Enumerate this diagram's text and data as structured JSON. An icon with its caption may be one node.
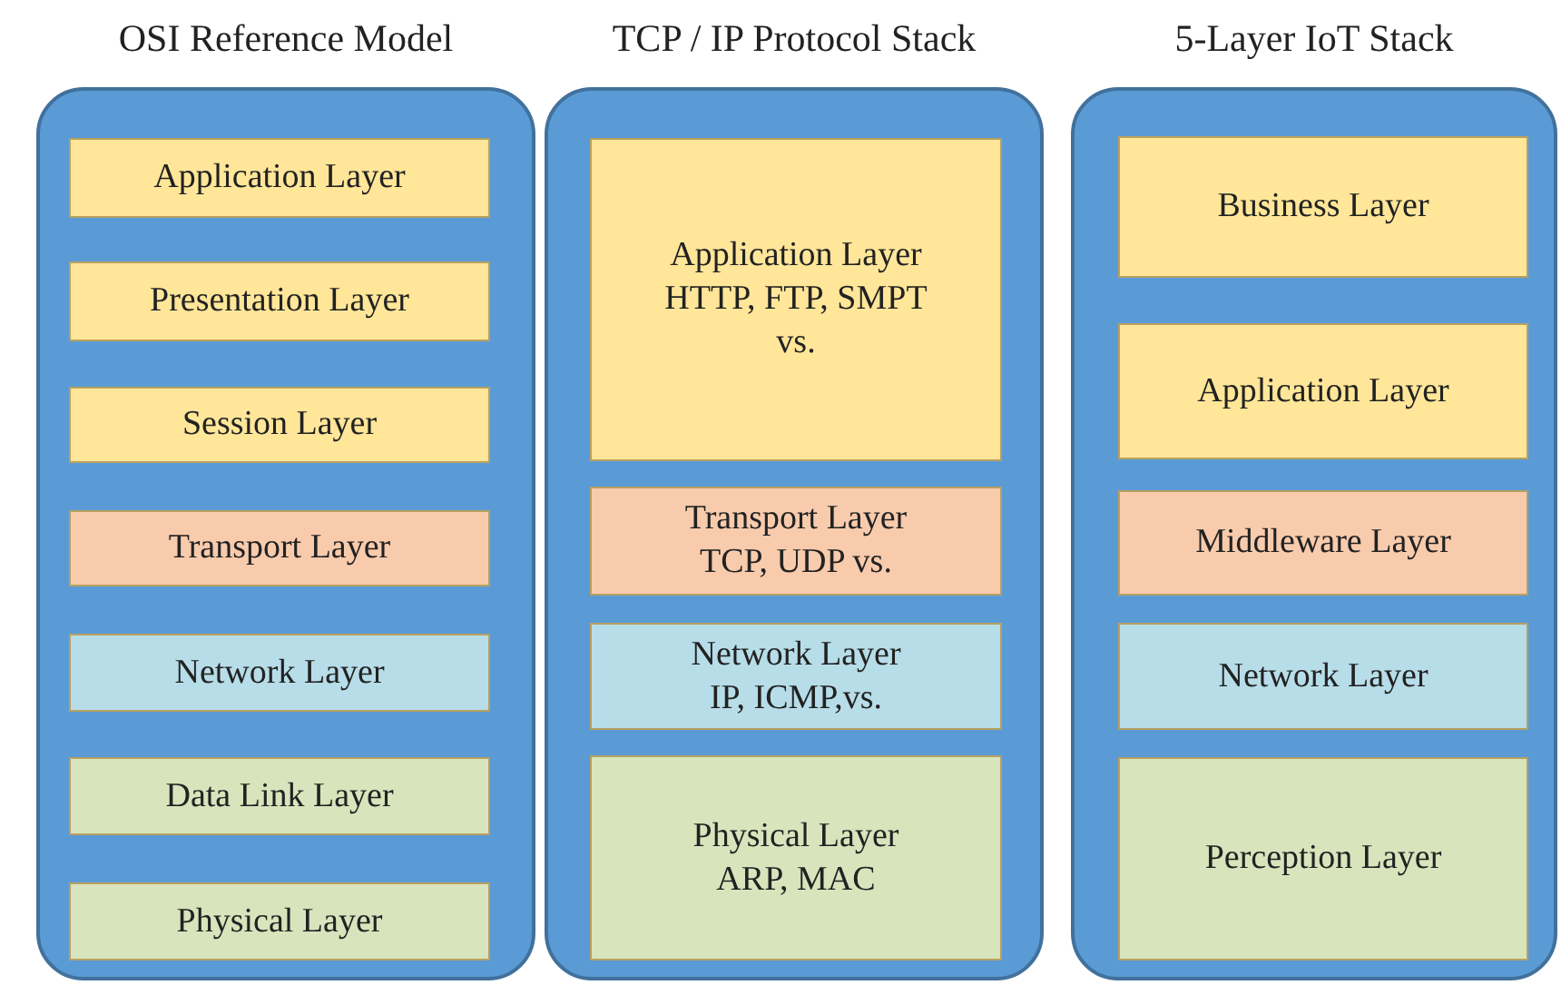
{
  "diagram": {
    "nodes": [
      {
        "text": [
          "OSI Reference Model"
        ]
      },
      {
        "text": [
          "Application Layer"
        ],
        "in": 0
      },
      {
        "text": [
          "Presentation Layer"
        ],
        "in": 0
      },
      {
        "text": [
          "Session Layer"
        ],
        "in": 0
      },
      {
        "text": [
          "Transport Layer"
        ],
        "in": 0
      },
      {
        "text": [
          "Network Layer"
        ],
        "in": 0
      },
      {
        "text": [
          "Data Link Layer"
        ],
        "in": 0
      },
      {
        "text": [
          "Physical Layer"
        ],
        "in": 0
      },
      {
        "text": [
          "TCP / IP Protocol Stack"
        ]
      },
      {
        "text": [
          "Application Layer",
          "HTTP, FTP, SMPT vs."
        ],
        "in": 8
      },
      {
        "text": [
          "Transport Layer",
          "TCP, UDP vs."
        ],
        "in": 8
      },
      {
        "text": [
          "Network Layer",
          "IP, ICMP,vs."
        ],
        "in": 8
      },
      {
        "text": [
          "Physical Layer",
          "ARP, MAC"
        ],
        "in": 8
      },
      {
        "text": [
          "5-Layer IoT Stack"
        ]
      },
      {
        "text": [
          "Business Layer"
        ],
        "in": 13
      },
      {
        "text": [
          "Application Layer"
        ],
        "in": 13
      },
      {
        "text": [
          "Middleware Layer"
        ],
        "in": 13
      },
      {
        "text": [
          "Network Layer"
        ],
        "in": 13
      },
      {
        "text": [
          "Perception Layer"
        ],
        "in": 13
      }
    ]
  }
}
